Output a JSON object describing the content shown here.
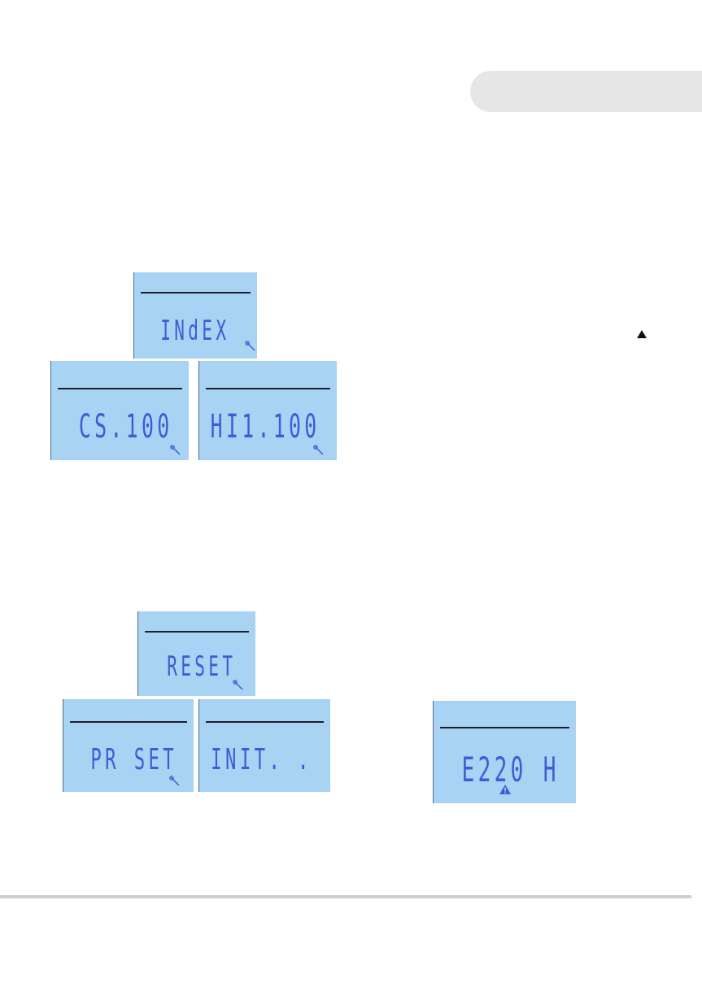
{
  "screens": {
    "index": {
      "text": "INdEX",
      "icon": "wrench-icon"
    },
    "cs": {
      "text": "CS.100",
      "icon": "wrench-icon"
    },
    "hi": {
      "text": "HI1.100",
      "icon": "wrench-icon"
    },
    "reset": {
      "text": "RESET",
      "icon": "wrench-icon"
    },
    "prset": {
      "text": "PR SET",
      "icon": "wrench-icon"
    },
    "init": {
      "text": "INIT. .",
      "icon": ""
    },
    "error": {
      "text": "E220 H",
      "icon": "warning-icon"
    }
  },
  "colors": {
    "lcd_bg": "#a9d3f3",
    "segment": "#3f5bd6",
    "tab": "#e6e6e7"
  },
  "nav": {
    "arrow_icon": "up-arrow-icon"
  }
}
